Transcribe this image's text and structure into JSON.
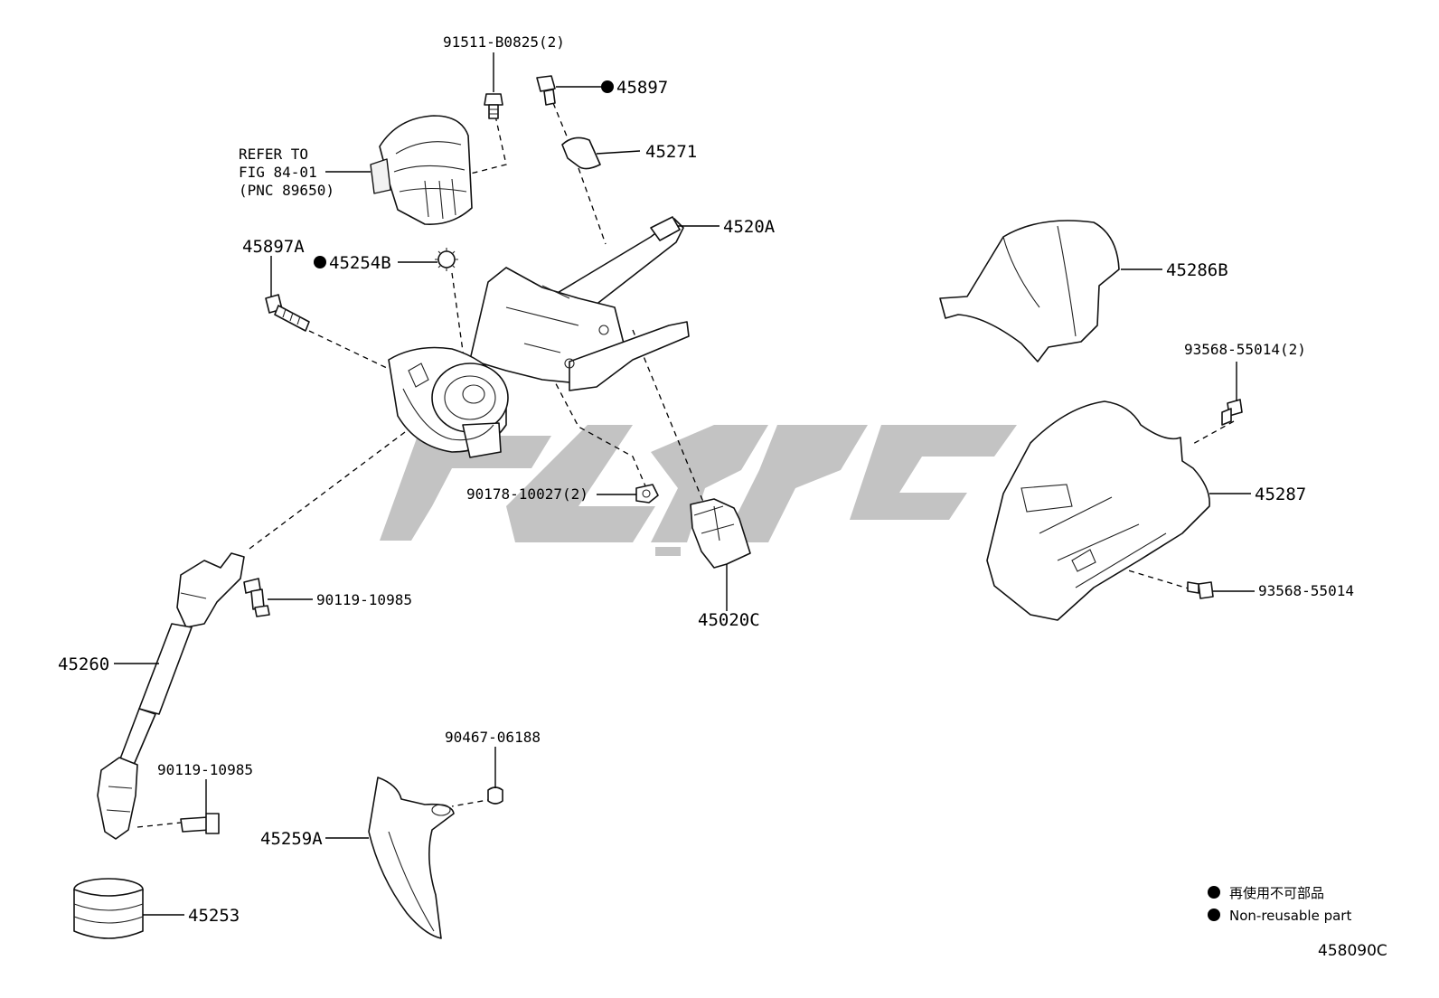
{
  "diagram_code": "458090C",
  "labels": {
    "bolt_top_upper": "91511-B0825(2)",
    "bolt_top_right": "45897",
    "clamp": "45271",
    "refer": [
      "REFER TO",
      "FIG 84-01",
      "(PNC 89650)"
    ],
    "column_assembly": "4520A",
    "bolt_left": "45897A",
    "gear": "45254B",
    "upper_cover": "45286B",
    "screw_upper_cover": "93568-55014(2)",
    "lower_cover": "45287",
    "screw_lower_cover": "93568-55014",
    "nut": "90178-10027(2)",
    "switch": "45020C",
    "bolt_joint_upper": "90119-10985",
    "intermediate_shaft": "45260",
    "bolt_joint_lower": "90119-10985",
    "clip": "90467-06188",
    "hole_cover": "45259A",
    "boot": "45253"
  },
  "legend": {
    "line1": "再使用不可部品",
    "line2": "Non-reusable part"
  },
  "colors": {
    "line": "#000000",
    "watermark": "#b9b9b9",
    "background": "#ffffff"
  }
}
